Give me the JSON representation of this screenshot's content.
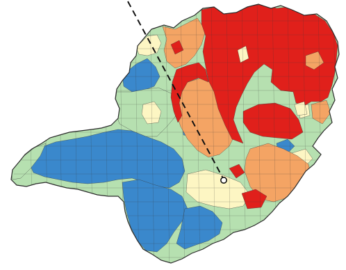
{
  "map": {
    "description_colors": {
      "red": "#e0201b",
      "orange": "#f4a464",
      "cream": "#fdf6c3",
      "light_green": "#b6e0b0",
      "blue": "#3a88cc",
      "outline": "#3a3a3a",
      "dashed_line": "#111111"
    },
    "classes": [
      "red",
      "orange",
      "cream",
      "light_green",
      "blue"
    ]
  }
}
